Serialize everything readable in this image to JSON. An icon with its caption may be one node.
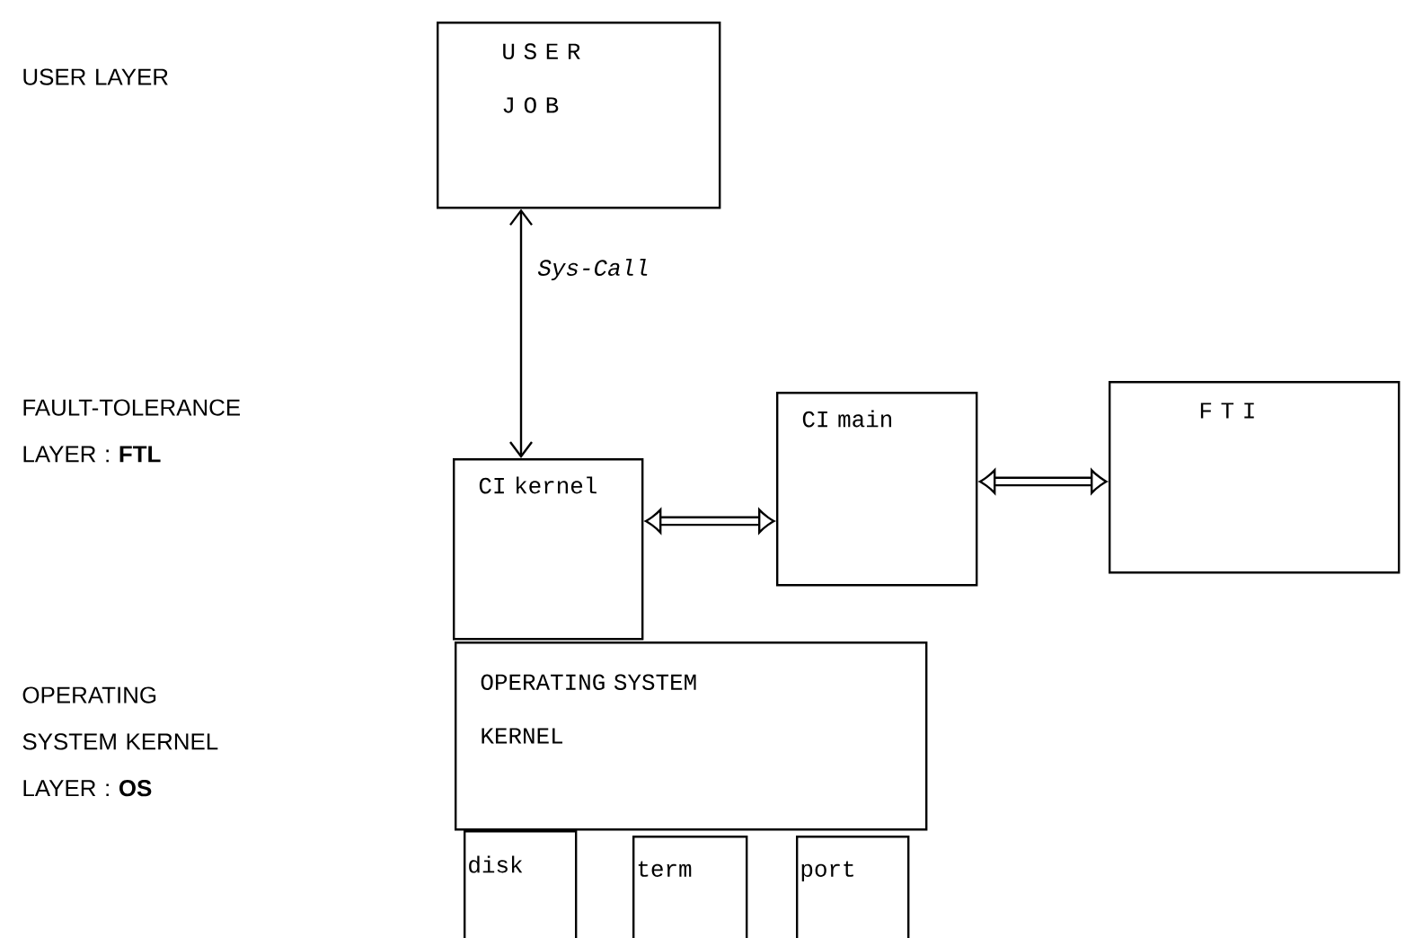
{
  "diagram": {
    "nodes": [
      {
        "text": [
          "U S E R J O B"
        ]
      },
      {
        "text": [
          "CI kernel"
        ]
      },
      {
        "text": [
          "CI main"
        ]
      },
      {
        "text": [
          "F T I"
        ]
      },
      {
        "text": [
          "OPERATING SYSTEM KERNEL"
        ]
      },
      {
        "text": [
          "disk"
        ]
      },
      {
        "text": [
          "term"
        ]
      },
      {
        "text": [
          "port"
        ]
      }
    ],
    "edges": [
      {
        "from": 0,
        "to": 1,
        "arrow": "both",
        "label": "Sys-Call"
      },
      {
        "from": 1,
        "to": 2,
        "arrow": "both"
      },
      {
        "from": 2,
        "to": 3,
        "arrow": "both"
      }
    ],
    "labels": [
      "USER LAYER",
      "FAULT-TOLERANCE LAYER : **FTL**",
      "OPERATING SYSTEM KERNEL LAYER : **OS**"
    ]
  }
}
